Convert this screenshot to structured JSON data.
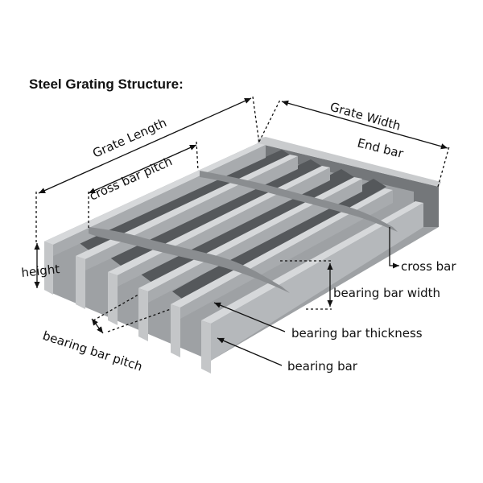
{
  "title": "Steel Grating Structure:",
  "labels": {
    "grate_length": "Grate Length",
    "grate_width": "Grate Width",
    "end_bar": "End bar",
    "cross_bar_pitch": "cross bar pitch",
    "height": "height",
    "cross_bar": "cross bar",
    "bearing_bar_width": "bearing bar width",
    "bearing_bar_thickness": "bearing bar thickness",
    "bearing_bar": "bearing bar",
    "bearing_bar_pitch": "bearing bar pitch"
  },
  "colors": {
    "bar_top": "#d4d6d8",
    "bar_side": "#8e9194",
    "bar_front": "#c2c4c6",
    "end_bar_dark": "#74777a",
    "slot_dark": "#4f5255"
  }
}
